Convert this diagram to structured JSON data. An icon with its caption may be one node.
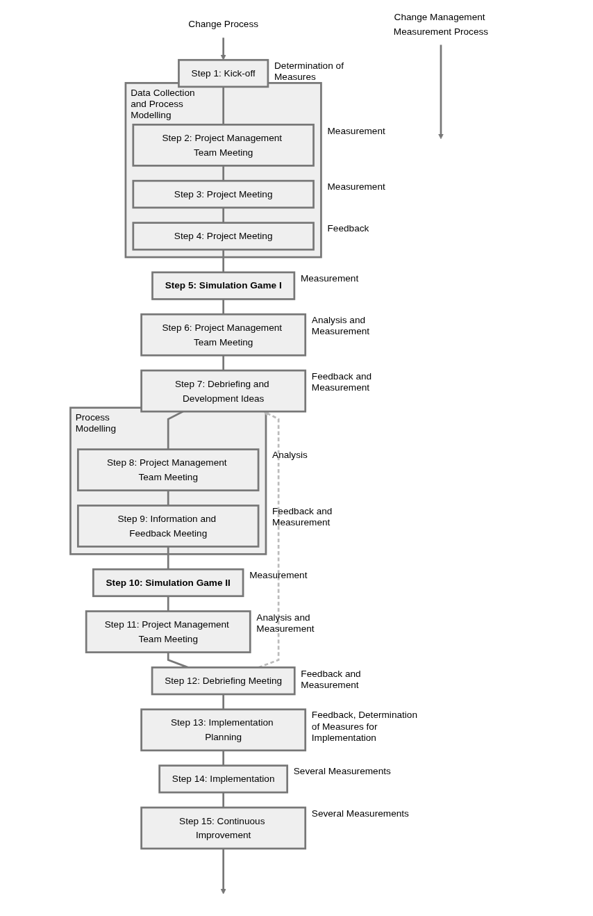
{
  "diagram": {
    "nodes": [
      {
        "text": [
          "Change Process"
        ]
      },
      {
        "text": [
          "Change Management Measurement Process"
        ]
      },
      {
        "text": [
          "Step 1: Kick-off"
        ],
        "beside": [
          "Determination of Measures"
        ]
      },
      {
        "text": [
          "Data Collection and Process Modelling"
        ]
      },
      {
        "text": [
          "Step 2: Project Management Team Meeting"
        ],
        "in": 3,
        "beside": [
          "Measurement"
        ]
      },
      {
        "text": [
          "Step 3: Project Meeting"
        ],
        "in": 3,
        "beside": [
          "Measurement"
        ]
      },
      {
        "text": [
          "Step 4: Project Meeting"
        ],
        "in": 3,
        "beside": [
          "Feedback"
        ]
      },
      {
        "text": [
          "Step 5: Simulation Game I"
        ],
        "beside": [
          "Measurement"
        ]
      },
      {
        "text": [
          "Step 6: Project Management Team Meeting"
        ],
        "beside": [
          "Analysis and Measurement"
        ]
      },
      {
        "text": [
          "Step 7: Debriefing and Development Ideas"
        ],
        "beside": [
          "Feedback and Measurement"
        ]
      },
      {
        "text": [
          "Process Modelling"
        ]
      },
      {
        "text": [
          "Step 8: Project Management Team Meeting"
        ],
        "in": 10,
        "beside": [
          "Analysis"
        ]
      },
      {
        "text": [
          "Step 9: Information and Feedback Meeting"
        ],
        "in": 10,
        "beside": [
          "Feedback and Measurement"
        ]
      },
      {
        "text": [
          "Step 10: Simulation Game II"
        ],
        "beside": [
          "Measurement"
        ]
      },
      {
        "text": [
          "Step 11: Project Management Team Meeting"
        ],
        "beside": [
          "Analysis and Measurement"
        ]
      },
      {
        "text": [
          "Step 12: Debriefing Meeting"
        ],
        "beside": [
          "Feedback and Measurement"
        ]
      },
      {
        "text": [
          "Step 13: Implementation Planning"
        ],
        "beside": [
          "Feedback, Determination of Measures for Implementation"
        ]
      },
      {
        "text": [
          "Step 14: Implementation"
        ],
        "beside": [
          "Several Measurements"
        ]
      },
      {
        "text": [
          "Step 15: Continuous Improvement"
        ],
        "beside": [
          "Several Measurements"
        ]
      }
    ],
    "edges": [
      {
        "from": 0,
        "to": 2,
        "arrow": "to"
      },
      {
        "from": 2,
        "to": 4,
        "arrow": "none"
      },
      {
        "from": 4,
        "to": 5,
        "arrow": "none"
      },
      {
        "from": 5,
        "to": 6,
        "arrow": "none"
      },
      {
        "from": 6,
        "to": 7,
        "arrow": "none"
      },
      {
        "from": 7,
        "to": 8,
        "arrow": "none"
      },
      {
        "from": 8,
        "to": 9,
        "arrow": "none"
      },
      {
        "from": 9,
        "to": 11,
        "arrow": "none"
      },
      {
        "from": 11,
        "to": 12,
        "arrow": "none"
      },
      {
        "from": 12,
        "to": 13,
        "arrow": "none"
      },
      {
        "from": 13,
        "to": 14,
        "arrow": "none"
      },
      {
        "from": 14,
        "to": 15,
        "arrow": "none"
      },
      {
        "from": 15,
        "to": 16,
        "arrow": "none"
      },
      {
        "from": 16,
        "to": 17,
        "arrow": "none"
      },
      {
        "from": 17,
        "to": 18,
        "arrow": "none"
      },
      {
        "from": 18,
        "to": null,
        "arrow": "to"
      },
      {
        "from": 1,
        "to": null,
        "arrow": "to"
      },
      {
        "from": 15,
        "to": 9,
        "arrow": "to",
        "style": "dashed",
        "color": "#bbbbbb"
      }
    ]
  }
}
